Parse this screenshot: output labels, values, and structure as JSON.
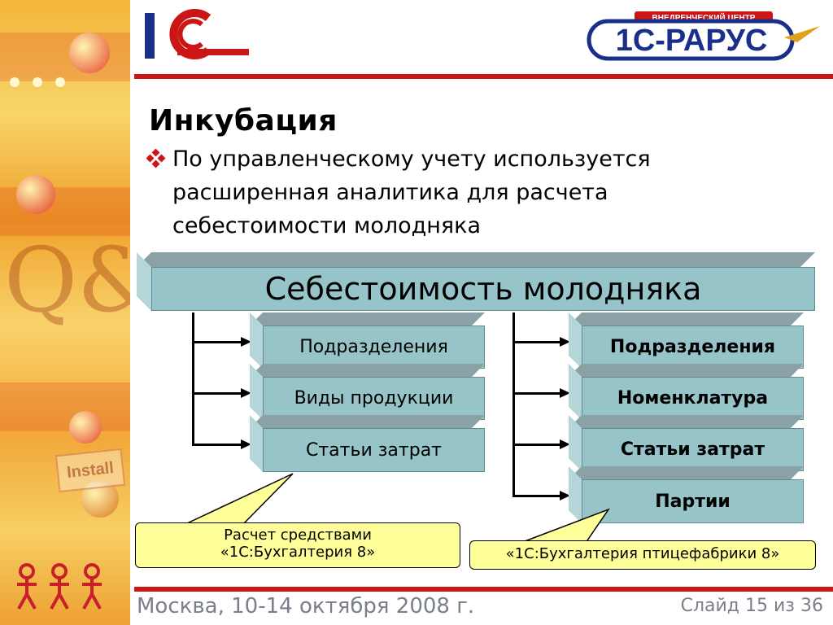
{
  "slide": {
    "title": "Инкубация",
    "bullet": "По управленческому учету используется расширенная аналитика для расчета себестоимости молодняка"
  },
  "logos": {
    "left": "1С",
    "right_text": "1С-РАРУС",
    "right_banner": "ВНЕДРЕНЧЕСКИЙ ЦЕНТР"
  },
  "diagram": {
    "main_box": "Себестоимость молодняка",
    "left_items": [
      "Подразделения",
      "Виды продукции",
      "Статьи затрат"
    ],
    "right_items": [
      "Подразделения",
      "Номенклатура",
      "Статьи затрат",
      "Партии"
    ],
    "left_note": [
      "Расчет средствами",
      "«1С:Бухгалтерия 8»"
    ],
    "right_note": "«1С:Бухгалтерия птицефабрики 8»"
  },
  "decor": {
    "strip_qa": "Q&A",
    "strip_install": "Install"
  },
  "footer": {
    "left": "Москва, 10-14 октября 2008 г.",
    "right": "Слайд 15 из 36"
  },
  "colors": {
    "accent_red": "#cc1515",
    "box_fill": "#96c4c8",
    "note_fill": "#ffff99",
    "logo_blue": "#1a2f8a"
  }
}
